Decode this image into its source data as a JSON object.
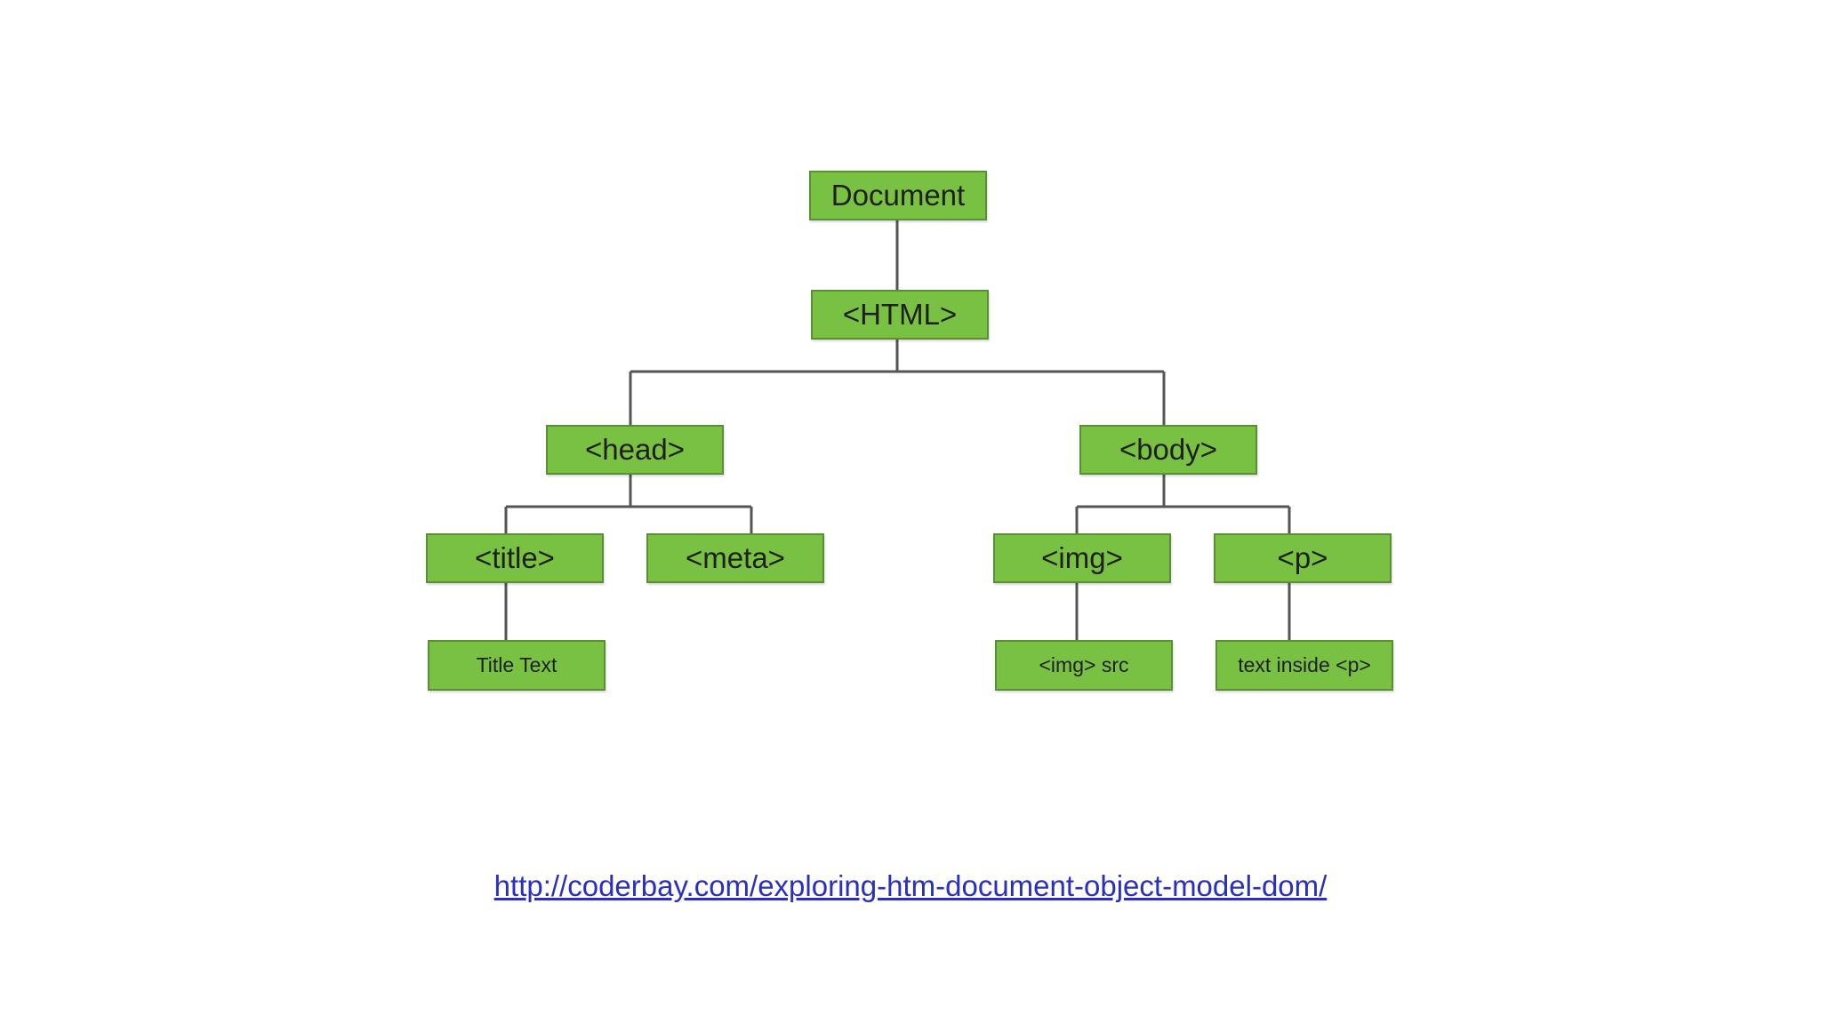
{
  "diagram": {
    "nodes": {
      "document": "Document",
      "html": "<HTML>",
      "head": "<head>",
      "body": "<body>",
      "title": "<title>",
      "meta": "<meta>",
      "img": "<img>",
      "p": "<p>",
      "title_text": "Title Text",
      "img_src": "<img> src",
      "p_text": "text inside <p>"
    },
    "colors": {
      "node_fill": "#79c142",
      "node_border": "#5a8f33",
      "connector": "#555555",
      "link": "#2b2fbf"
    }
  },
  "footer": {
    "link_text": "http://coderbay.com/exploring-htm-document-object-model-dom/"
  }
}
